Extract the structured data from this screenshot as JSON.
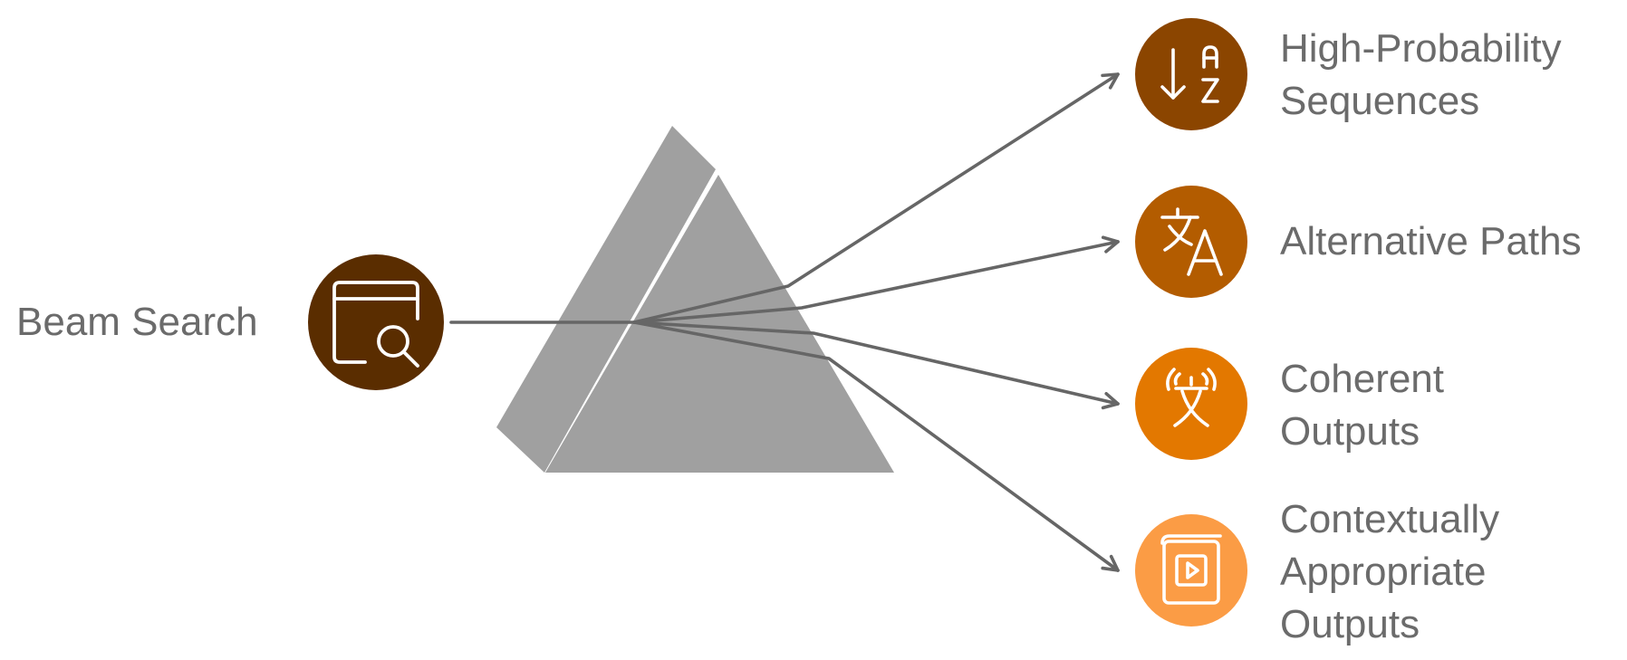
{
  "source": {
    "label": "Beam Search",
    "icon": "browser-search-icon",
    "color": "#5a2d00"
  },
  "prism": {
    "color": "#a0a0a0"
  },
  "beam_color": "#666666",
  "outputs": [
    {
      "lines": [
        "High-Probability",
        "Sequences"
      ],
      "icon": "sort-az-icon",
      "color": "#8b4500"
    },
    {
      "lines": [
        "Alternative Paths"
      ],
      "icon": "translate-icon",
      "color": "#b35c00"
    },
    {
      "lines": [
        "Coherent",
        "Outputs"
      ],
      "icon": "voice-translate-icon",
      "color": "#e37800"
    },
    {
      "lines": [
        "Contextually",
        "Appropriate",
        "Outputs"
      ],
      "icon": "video-book-icon",
      "color": "#fb9c45"
    }
  ]
}
